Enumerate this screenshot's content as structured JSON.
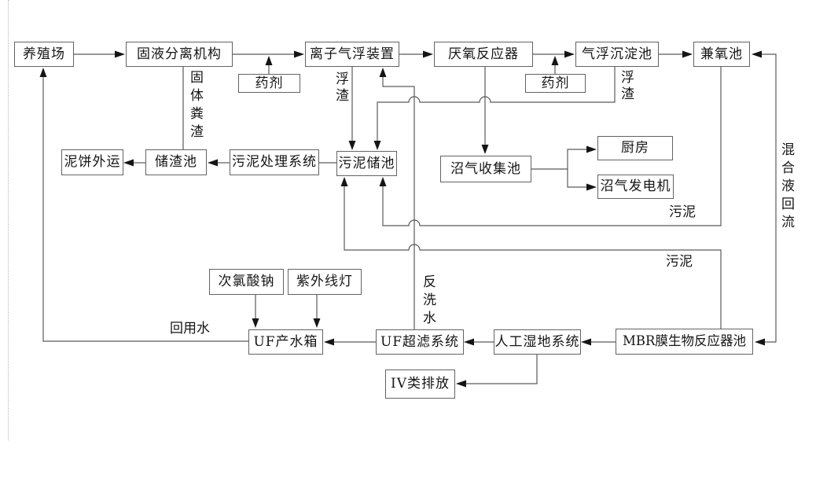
{
  "diagram": {
    "title": "livestock-wastewater-treatment-process-flow",
    "nodes": {
      "farm": {
        "label": "养殖场"
      },
      "solid_liquid_separator": {
        "label": "固液分离机构"
      },
      "ion_flotation_device": {
        "label": "离子气浮装置"
      },
      "anaerobic_reactor": {
        "label": "厌氧反应器"
      },
      "flotation_sedimentation_tank": {
        "label": "气浮沉淀池"
      },
      "facultative_tank": {
        "label": "兼氧池"
      },
      "chemical_agent_1": {
        "label": "药剂"
      },
      "chemical_agent_2": {
        "label": "药剂"
      },
      "mud_cake_outbound": {
        "label": "泥饼外运"
      },
      "residue_storage_tank": {
        "label": "储渣池"
      },
      "sludge_treatment_system": {
        "label": "污泥处理系统"
      },
      "sludge_storage_tank": {
        "label": "污泥储池"
      },
      "biogas_collection_tank": {
        "label": "沼气收集池"
      },
      "kitchen": {
        "label": "厨房"
      },
      "biogas_generator": {
        "label": "沼气发电机"
      },
      "sodium_hypochlorite": {
        "label": "次氯酸钠"
      },
      "uv_lamp": {
        "label": "紫外线灯"
      },
      "uf_product_water_tank": {
        "label": "UF产水箱"
      },
      "uf_ultrafiltration_system": {
        "label": "UF超滤系统"
      },
      "constructed_wetland_system": {
        "label": "人工湿地系统"
      },
      "mbr_membrane_bioreactor_tank": {
        "label": "MBR膜生物反应器池"
      },
      "class_iv_discharge": {
        "label": "IV类排放"
      }
    },
    "edge_labels": {
      "solid_manure_residue": "固体粪渣",
      "scum_left": "浮渣",
      "scum_right": "浮渣",
      "sludge_upper": "污泥",
      "sludge_lower": "污泥",
      "mixed_liquor_return": "混合液回流",
      "backwash_water": "反洗水",
      "reuse_water": "回用水"
    },
    "colors": {
      "background": "#ffffff",
      "line": "#5a5a5a",
      "box_border": "#636363",
      "arrow_fill": "#151515",
      "text": "#151515"
    }
  }
}
